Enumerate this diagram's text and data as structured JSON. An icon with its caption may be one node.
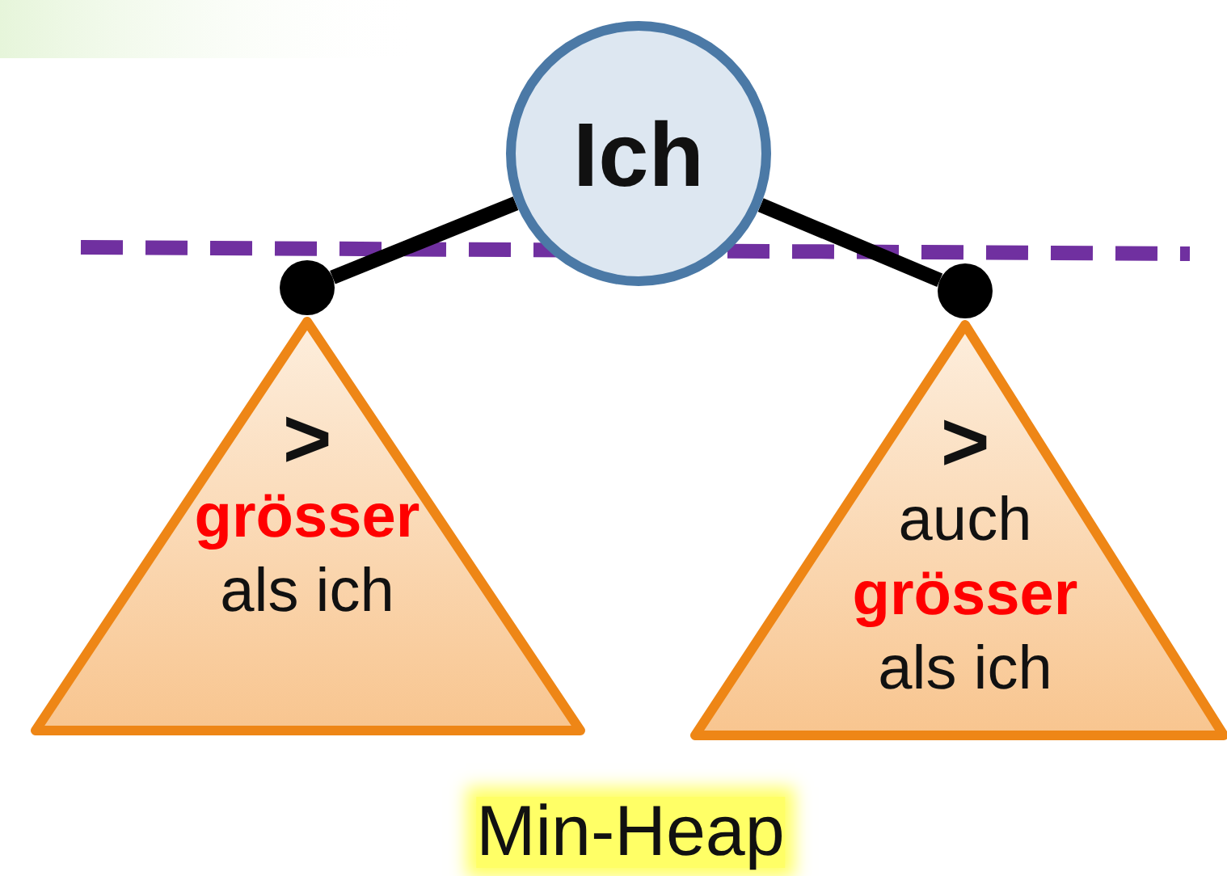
{
  "diagram": {
    "nodes": [
      {
        "text": [
          "Ich"
        ]
      },
      {
        "text": [],
        "shape": "circle"
      },
      {
        "text": [],
        "shape": "circle"
      },
      {
        "text": [
          ">",
          "**grösser** als ich"
        ]
      },
      {
        "text": [
          ">",
          "auch **grösser** als ich"
        ]
      }
    ],
    "edges": [
      {
        "from": 0,
        "to": 1,
        "arrow": "none"
      },
      {
        "from": 0,
        "to": 2,
        "arrow": "none"
      }
    ],
    "labels": [
      "Min-Heap"
    ]
  }
}
